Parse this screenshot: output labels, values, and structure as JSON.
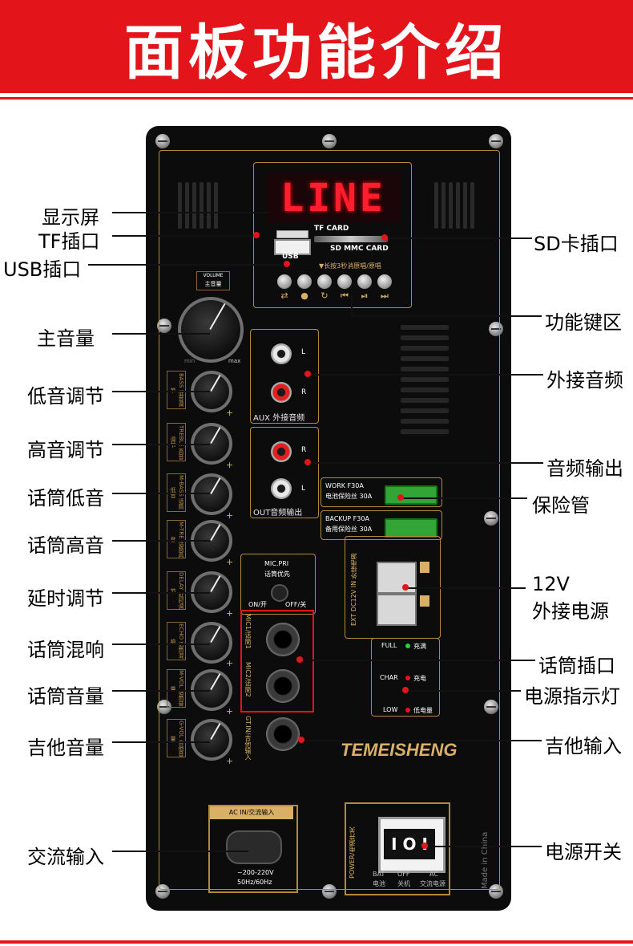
{
  "banner": {
    "title": "面板功能介绍"
  },
  "panel": {
    "display_text": "LINE",
    "tf_card": "TF CARD",
    "sd_mmc_card": "SD MMC CARD",
    "usb": "USB",
    "hint": "▼长按3秒消原唱/原唱",
    "volume_label": "VOLUME",
    "volume_cn": "主音量",
    "max_label": "max",
    "min_label": "min",
    "knob_labels": [
      "BASS 低音调节",
      "TREBLE 高音调节",
      "M-BASS 话筒低音",
      "M-TRE 话筒高音",
      "DELAY 延时调节",
      "ECHO 话筒混响",
      "M-VOL 话筒音量",
      "G-VOL 吉他音量"
    ],
    "aux_label": "AUX 外接音频",
    "out_label": "OUT音频输出",
    "rca_l": "L",
    "rca_r": "R",
    "work_fuse": "WORK F30A",
    "work_fuse_cn": "电池保险丝 30A",
    "backup_fuse": "BACKUP F30A",
    "backup_fuse_cn": "备用保险丝 30A",
    "ext_dc": "EXT DC12V IN 外接电源",
    "mic_pri": "MIC.PRI",
    "mic_pri_cn": "话筒优先",
    "on": "ON/开",
    "off": "OFF/关",
    "mic1": "MIC1/话筒1",
    "mic2": "MIC2/话筒2",
    "gt_in": "GT.IN/吉他输入",
    "full": "FULL",
    "full_cn": "充满",
    "char": "CHAR",
    "char_cn": "充电",
    "low": "LOW",
    "low_cn": "低电量",
    "brand": "TEMEISHENG",
    "ac_in": "AC IN/交流输入",
    "ac_voltage": "~200-220V",
    "ac_freq": "50Hz/60Hz",
    "power_label": "POWER/电源开关",
    "switch_text": "I O I",
    "bat": "BAT",
    "bat_cn": "电池",
    "off_sw": "OFF",
    "off_sw_cn": "关机",
    "ac_sw": "AC",
    "ac_sw_cn": "交流电源",
    "made_in": "Made in China"
  },
  "annotations": {
    "left": [
      "显示屏",
      "TF插口",
      "USB插口",
      "主音量",
      "低音调节",
      "高音调节",
      "话筒低音",
      "话筒高音",
      "延时调节",
      "话筒混响",
      "话筒音量",
      "吉他音量",
      "交流输入"
    ],
    "right": [
      "SD卡插口",
      "功能键区",
      "外接音频",
      "音频输出",
      "保险管",
      "12V",
      "外接电源",
      "话筒插口",
      "电源指示灯",
      "吉他输入",
      "电源开关"
    ]
  },
  "colors": {
    "accent": "#e4141b",
    "panel": "#0c0c0c",
    "gold": "#d9b065",
    "display": "#ff1e2d"
  }
}
